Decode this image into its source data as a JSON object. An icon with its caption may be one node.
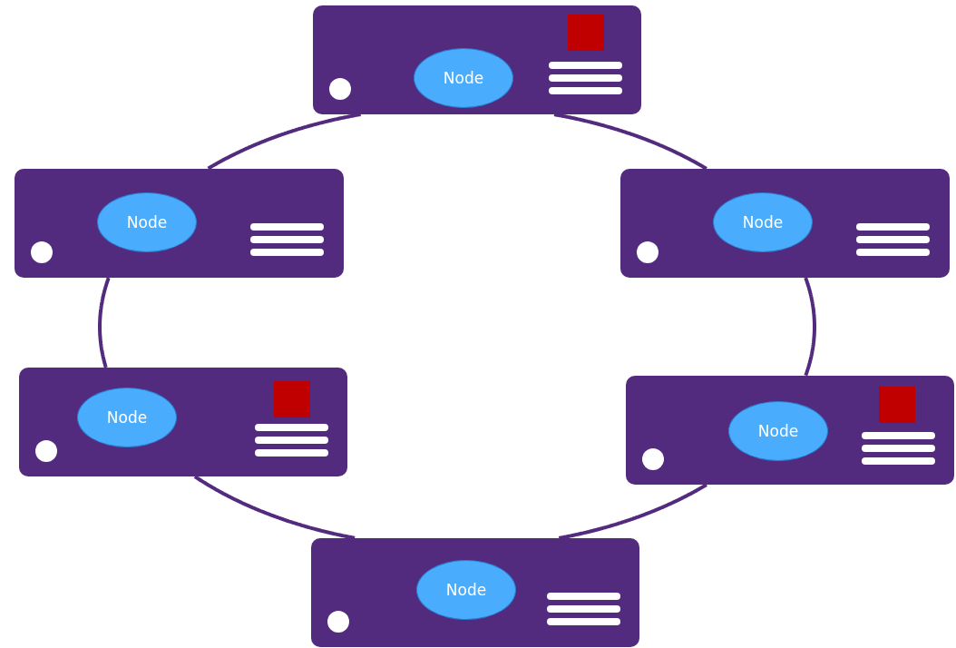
{
  "diagram": {
    "nodes": [
      {
        "text": [],
        "shape": "box"
      },
      {
        "text": [
          "Node"
        ],
        "in": 0
      },
      {
        "text": [],
        "shape": "box"
      },
      {
        "text": [
          "Node"
        ],
        "in": 2
      },
      {
        "text": [],
        "shape": "box"
      },
      {
        "text": [
          "Node"
        ],
        "in": 4
      },
      {
        "text": [],
        "shape": "box"
      },
      {
        "text": [
          "Node"
        ],
        "in": 6
      },
      {
        "text": [],
        "shape": "box"
      },
      {
        "text": [
          "Node"
        ],
        "in": 8
      },
      {
        "text": [],
        "shape": "box"
      },
      {
        "text": [
          "Node"
        ],
        "in": 10
      }
    ],
    "edges": [
      {
        "from": 0,
        "to": 4,
        "arrow": "none"
      },
      {
        "from": 4,
        "to": 8,
        "arrow": "none"
      },
      {
        "from": 8,
        "to": 10,
        "arrow": "none"
      },
      {
        "from": 10,
        "to": 6,
        "arrow": "none"
      },
      {
        "from": 6,
        "to": 2,
        "arrow": "none"
      },
      {
        "from": 2,
        "to": 0,
        "arrow": "none"
      }
    ]
  }
}
